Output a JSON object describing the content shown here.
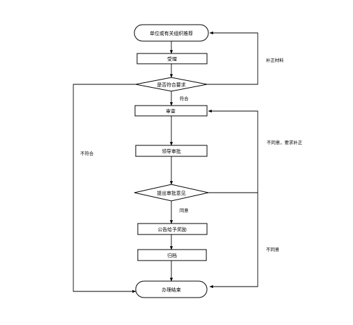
{
  "nodes": {
    "start": "单位或有关组织推荐",
    "accept": "受理",
    "meets_requirements": "是否符合要求",
    "review": "审查",
    "leader_approval": "领导审批",
    "approval_opinion": "提出审批意见",
    "publish": "公告给予奖励",
    "archive": "归档",
    "end": "办理结束"
  },
  "edge_labels": {
    "supplement_materials": "补正材料",
    "meets": "符合",
    "not_meets": "不符合",
    "disagree_supplement": "不同意，要求补正",
    "agree": "同意",
    "disagree": "不同意"
  }
}
